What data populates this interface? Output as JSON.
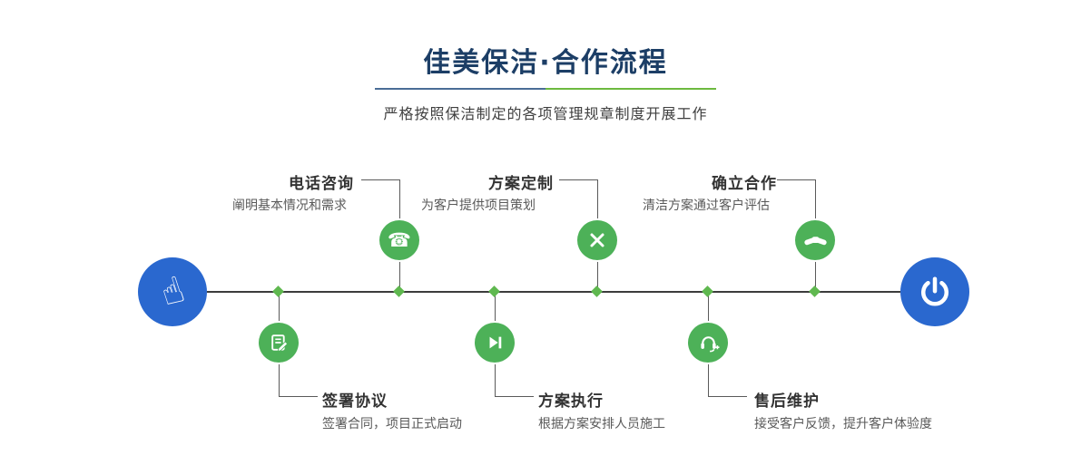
{
  "header": {
    "title": "佳美保洁·合作流程",
    "subtitle": "严格按照保洁制定的各项管理规章制度开展工作"
  },
  "timeline": {
    "start": {
      "icon": "pointing-hand-icon",
      "glyph": "☝"
    },
    "end": {
      "icon": "power-icon"
    },
    "steps_top": [
      {
        "title": "电话咨询",
        "desc": "阐明基本情况和需求",
        "icon": "phone-icon",
        "glyph": "☎"
      },
      {
        "title": "方案定制",
        "desc": "为客户提供项目策划",
        "icon": "design-tools-icon"
      },
      {
        "title": "确立合作",
        "desc": "清洁方案通过客户评估",
        "icon": "handshake-icon"
      }
    ],
    "steps_bottom": [
      {
        "title": "签署协议",
        "desc": "签署合同，项目正式启动",
        "icon": "contract-icon"
      },
      {
        "title": "方案执行",
        "desc": "根据方案安排人员施工",
        "icon": "execute-icon"
      },
      {
        "title": "售后维护",
        "desc": "接受客户反馈，提升客户体验度",
        "icon": "headset-icon"
      }
    ]
  },
  "colors": {
    "title_navy": "#1c3e66",
    "accent_green": "#4db158",
    "accent_blue": "#2a68cf",
    "line_dark": "#3b3b3b",
    "divider_blue": "#4a6d96",
    "divider_green": "#6db93f"
  }
}
